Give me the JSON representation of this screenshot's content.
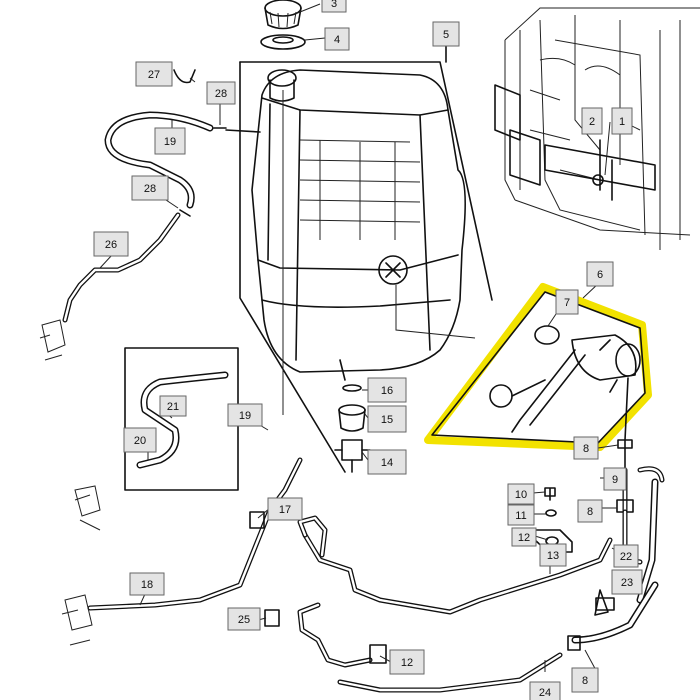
{
  "callouts": [
    {
      "id": "c1",
      "label": "1"
    },
    {
      "id": "c2",
      "label": "2"
    },
    {
      "id": "c3",
      "label": "3"
    },
    {
      "id": "c4",
      "label": "4"
    },
    {
      "id": "c5",
      "label": "5"
    },
    {
      "id": "c6",
      "label": "6"
    },
    {
      "id": "c7",
      "label": "7"
    },
    {
      "id": "c8a",
      "label": "8"
    },
    {
      "id": "c8b",
      "label": "8"
    },
    {
      "id": "c8c",
      "label": "8"
    },
    {
      "id": "c9",
      "label": "9"
    },
    {
      "id": "c10",
      "label": "10"
    },
    {
      "id": "c11",
      "label": "11"
    },
    {
      "id": "c12a",
      "label": "12"
    },
    {
      "id": "c12b",
      "label": "12"
    },
    {
      "id": "c13",
      "label": "13"
    },
    {
      "id": "c14",
      "label": "14"
    },
    {
      "id": "c15",
      "label": "15"
    },
    {
      "id": "c16",
      "label": "16"
    },
    {
      "id": "c17",
      "label": "17"
    },
    {
      "id": "c18",
      "label": "18"
    },
    {
      "id": "c19a",
      "label": "19"
    },
    {
      "id": "c19b",
      "label": "19"
    },
    {
      "id": "c20",
      "label": "20"
    },
    {
      "id": "c21",
      "label": "21"
    },
    {
      "id": "c22",
      "label": "22"
    },
    {
      "id": "c23",
      "label": "23"
    },
    {
      "id": "c24",
      "label": "24"
    },
    {
      "id": "c25",
      "label": "25"
    },
    {
      "id": "c26",
      "label": "26"
    },
    {
      "id": "c27",
      "label": "27"
    },
    {
      "id": "c28a",
      "label": "28"
    },
    {
      "id": "c28b",
      "label": "28"
    }
  ],
  "highlight_color": "#f2e200",
  "highlight_callout_fill": "#cfe8c6"
}
